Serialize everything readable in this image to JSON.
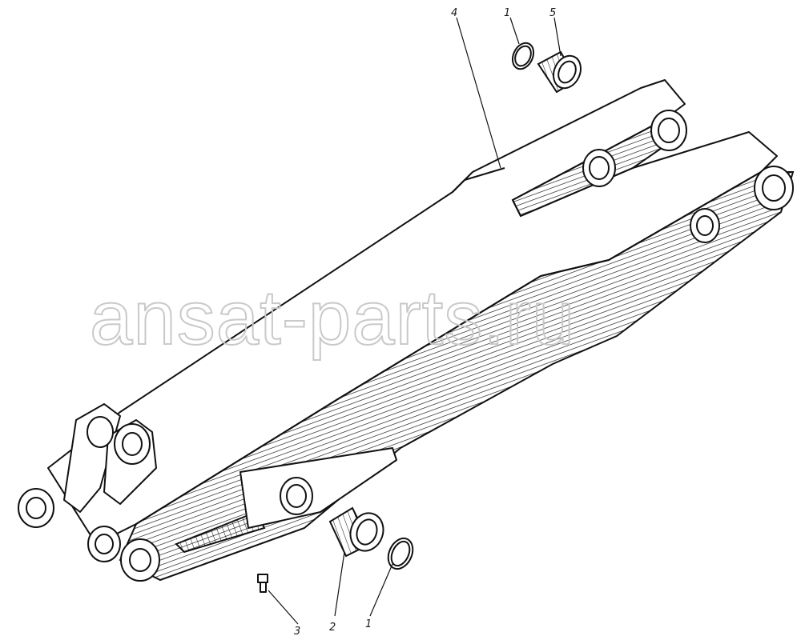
{
  "watermark": "ansat-parts.ru",
  "callouts": [
    {
      "id": "label-4-top",
      "text": "4"
    },
    {
      "id": "label-1-top",
      "text": "1"
    },
    {
      "id": "label-5-top",
      "text": "5"
    },
    {
      "id": "label-3-bottom",
      "text": "3"
    },
    {
      "id": "label-2-bottom",
      "text": "2"
    },
    {
      "id": "label-1-bottom",
      "text": "1"
    }
  ]
}
